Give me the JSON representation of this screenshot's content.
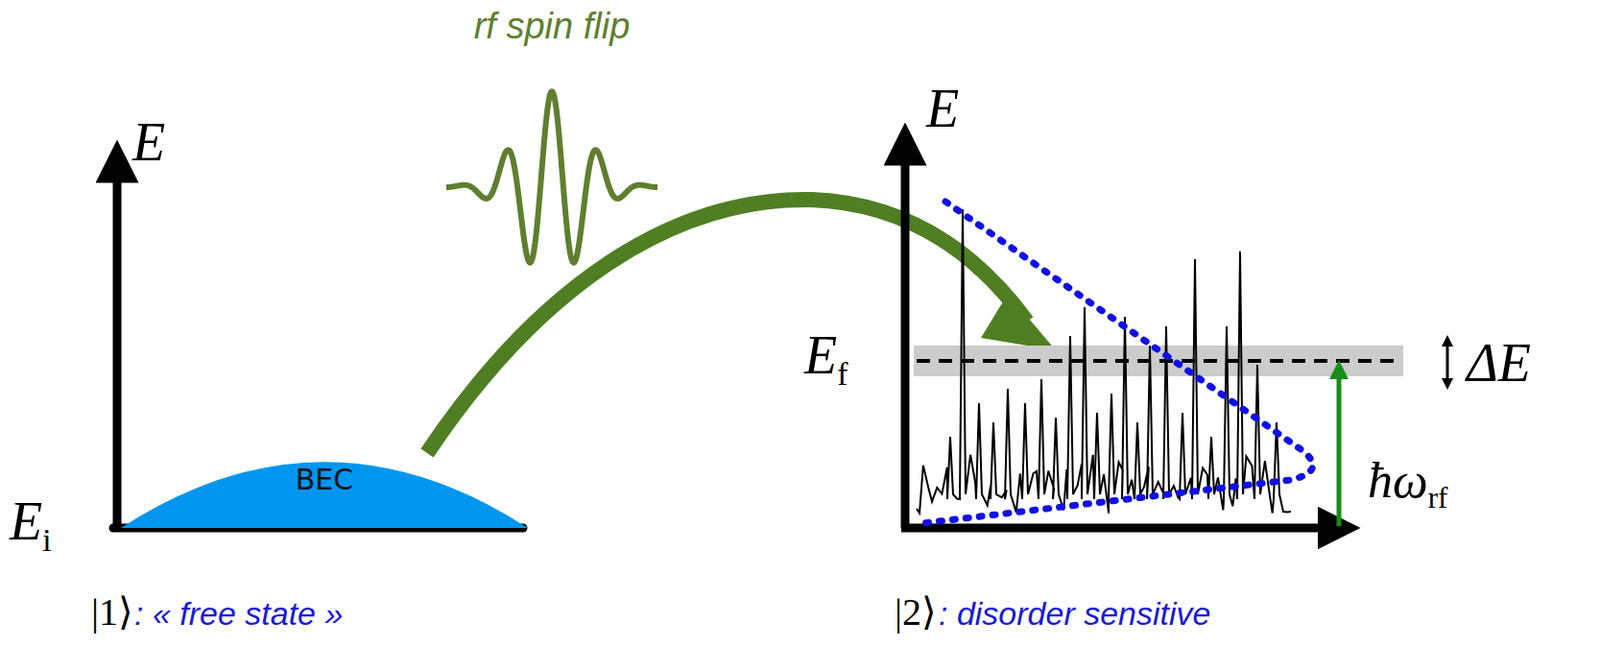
{
  "diagram": {
    "nodes": [
      {
        "text": [
          "BEC"
        ]
      }
    ],
    "labels": [
      "rf spin flip",
      "E",
      "Ei",
      "E",
      "Ef",
      "ΔE",
      "ħωrf",
      "|1⟩",
      ": « free state »",
      "|2⟩",
      ": disorder sensitive"
    ]
  }
}
